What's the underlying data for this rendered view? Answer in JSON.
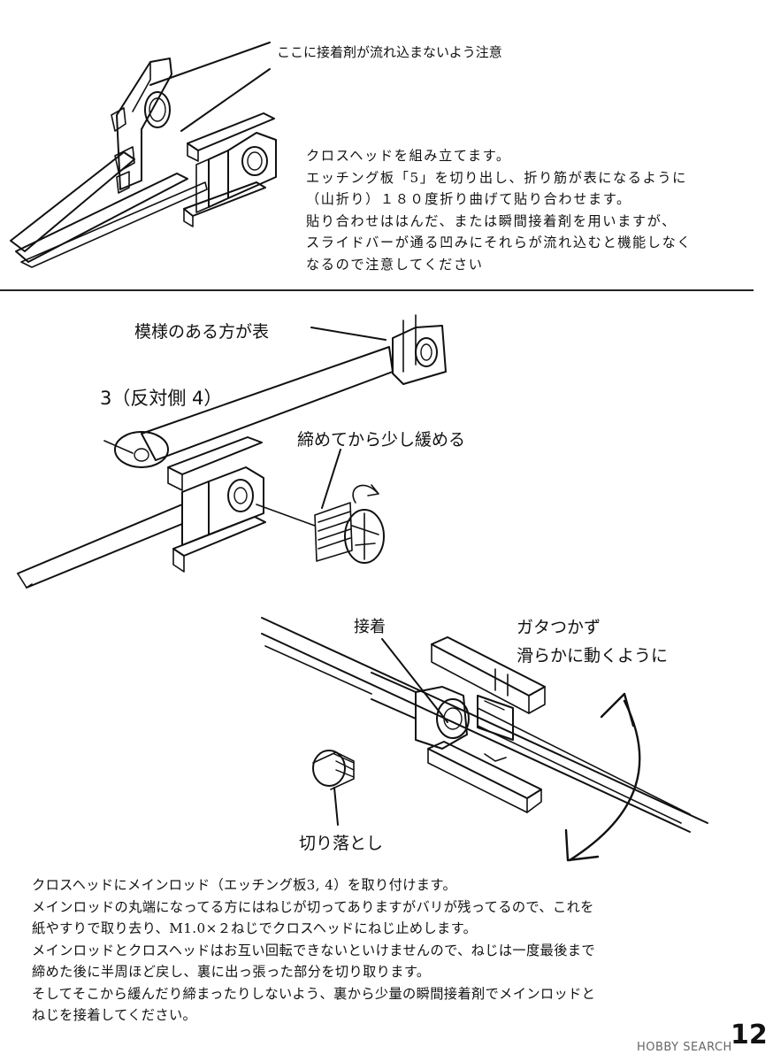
{
  "top_note": "ここに接着剤が流れ込まないよう注意",
  "step1": {
    "lines": [
      "クロスヘッドを組み立てます。",
      "エッチング板「5」を切り出し、折り筋が表になるように",
      "（山折り）１８０度折り曲げて貼り合わせます。",
      "貼り合わせははんだ、または瞬間接着剤を用いますが、",
      "スライドバーが通る凹みにそれらが流れ込むと機能しなく",
      "なるので注意してください"
    ]
  },
  "labels": {
    "front_side": "模様のある方が表",
    "part_number": "3（反対側 4）",
    "tighten": "締めてから少し緩める",
    "glue": "接着",
    "no_play_1": "ガタつかず",
    "no_play_2": "滑らかに動くように",
    "cut_off": "切り落とし"
  },
  "step2": {
    "lines": [
      "クロスヘッドにメインロッド（エッチング板3, 4）を取り付けます。",
      "メインロッドの丸端になってる方にはねじが切ってありますがバリが残ってるので、これを",
      "紙やすりで取り去り、M1.0×２ねじでクロスヘッドにねじ止めします。",
      "メインロッドとクロスヘッドはお互い回転できないといけませんので、ねじは一度最後まで",
      "締めた後に半周ほど戻し、裏に出っ張った部分を切り取ります。",
      "そしてそこから緩んだり締まったりしないよう、裏から少量の瞬間接着剤でメインロッドと",
      "ねじを接着してください。"
    ]
  },
  "footer": {
    "page_number": "12",
    "brand": "HOBBY SEARCH"
  }
}
